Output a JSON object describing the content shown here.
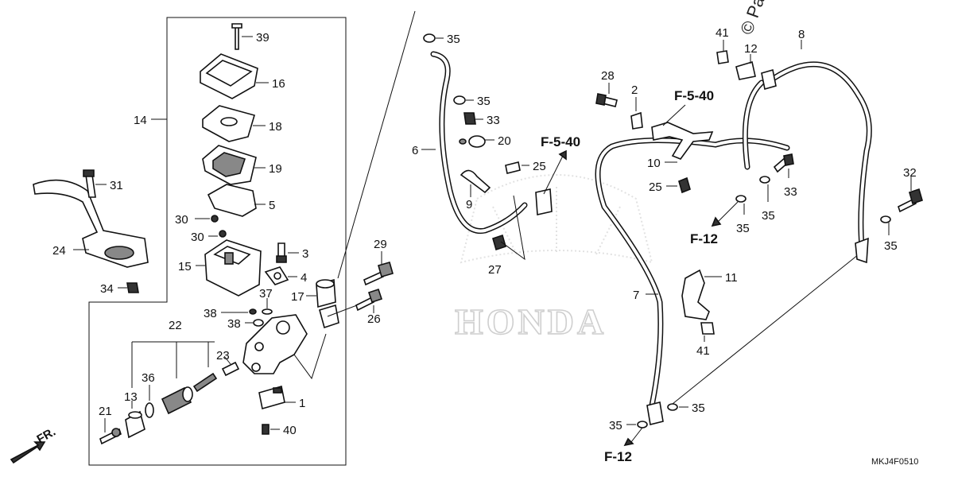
{
  "diagram_code": "MKJ4F0510",
  "front_label": "FR.",
  "watermark": "HONDA",
  "copyright": "© Pa",
  "refs": {
    "f540_a": "F-5-40",
    "f540_b": "F-5-40",
    "f12_a": "F-12",
    "f12_b": "F-12"
  },
  "callouts": {
    "n39": "39",
    "n16": "16",
    "n18": "18",
    "n19": "19",
    "n5": "5",
    "n14": "14",
    "n31": "31",
    "n24": "24",
    "n34": "34",
    "n30a": "30",
    "n30b": "30",
    "n15": "15",
    "n3": "3",
    "n4": "4",
    "n29": "29",
    "n17": "17",
    "n26": "26",
    "n37": "37",
    "n38a": "38",
    "n38b": "38",
    "n22": "22",
    "n23": "23",
    "n36": "36",
    "n13": "13",
    "n21": "21",
    "n1": "1",
    "n40": "40",
    "n35a": "35",
    "n35b": "35",
    "n33a": "33",
    "n20": "20",
    "n6": "6",
    "n25a": "25",
    "n9": "9",
    "n27": "27",
    "n28": "28",
    "n2": "2",
    "n10": "10",
    "n25b": "25",
    "n41a": "41",
    "n12": "12",
    "n8": "8",
    "n33b": "33",
    "n35c": "35",
    "n35d": "35",
    "n32": "32",
    "n35e": "35",
    "n11": "11",
    "n7": "7",
    "n41b": "41",
    "n35f": "35",
    "n35g": "35"
  }
}
